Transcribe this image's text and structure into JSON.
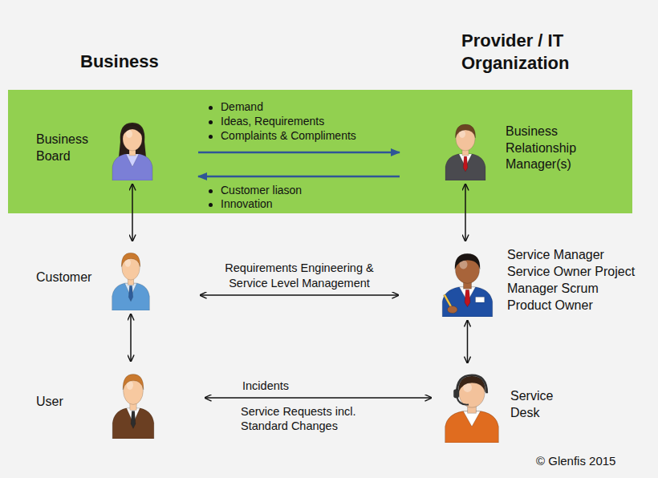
{
  "diagram": {
    "nodes": [
      {
        "text": [
          "Business Board"
        ]
      },
      {
        "text": [
          "Business Relationship Manager(s)"
        ]
      },
      {
        "text": [
          "Customer"
        ]
      },
      {
        "text": [
          "Service Manager Service Owner Project Manager Scrum Product Owner"
        ]
      },
      {
        "text": [
          "User"
        ]
      },
      {
        "text": [
          "Service Desk"
        ]
      }
    ],
    "edges": [
      {
        "from": 0,
        "to": 1,
        "arrow": "to"
      },
      {
        "from": 1,
        "to": 0,
        "arrow": "to"
      },
      {
        "from": 0,
        "to": 2,
        "arrow": "both"
      },
      {
        "from": 1,
        "to": 3,
        "arrow": "both"
      },
      {
        "from": 2,
        "to": 3,
        "arrow": "both",
        "label": "Requirements Engineering & Service Level Management"
      },
      {
        "from": 2,
        "to": 4,
        "arrow": "both"
      },
      {
        "from": 3,
        "to": 5,
        "arrow": "both"
      },
      {
        "from": 4,
        "to": 5,
        "arrow": "both",
        "label": "Incidents"
      }
    ],
    "labels": [
      "Business",
      "Provider / IT Organization",
      "Demand",
      "Ideas, Requirements",
      "Complaints & Compliments",
      "Customer liason",
      "Innovation",
      "Service Requests incl. Standard Changes",
      "© Glenfis 2015"
    ]
  }
}
